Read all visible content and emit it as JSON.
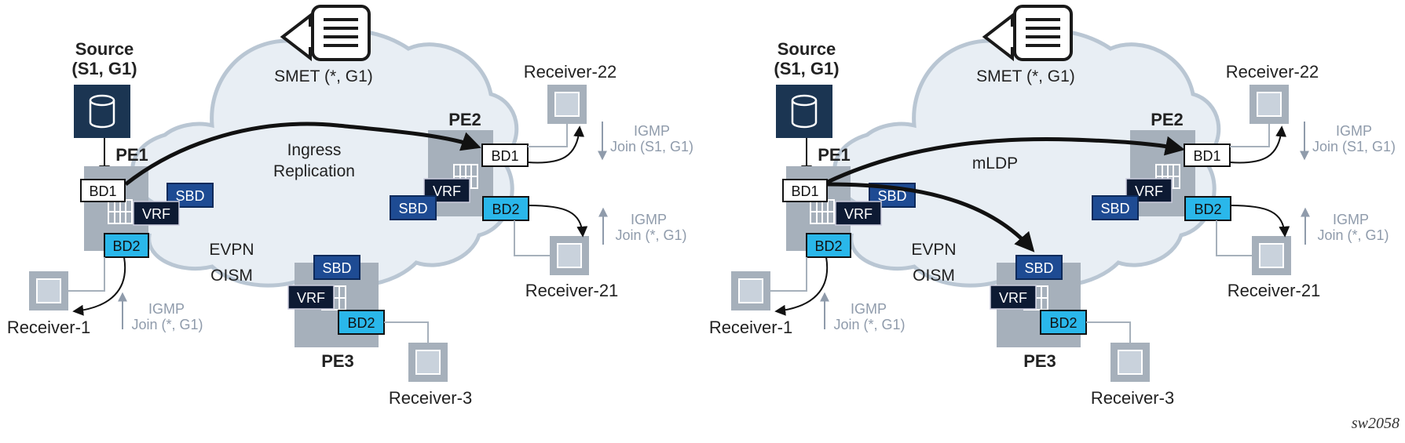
{
  "colors": {
    "cloud_fill": "#e8eef4",
    "cloud_stroke": "#b9c6d3",
    "pe_fill": "#a6b0bb",
    "source_fill": "#1b3552",
    "sbd_fill": "#1e4b93",
    "vrf_fill": "#0d1a33",
    "bd2_fill": "#2ab7ea",
    "bd1_fill": "#ffffff",
    "receiver_outer": "#a6b0bb",
    "receiver_inner": "#c9d2dc",
    "arrow": "#111111",
    "igmp_text": "#8f9bab",
    "link": "#a6b0bb"
  },
  "footer_id": "sw2058",
  "panels": [
    {
      "key": "left",
      "source_line1": "Source",
      "source_line2": "(S1, G1)",
      "smet": "SMET (*, G1)",
      "center_label_lines": [
        "Ingress",
        "Replication"
      ],
      "evpn_lines": [
        "EVPN",
        "OISM"
      ],
      "pe1": "PE1",
      "pe2": "PE2",
      "pe3": "PE3",
      "bd1": "BD1",
      "bd2": "BD2",
      "sbd": "SBD",
      "vrf": "VRF",
      "receiver_22": "Receiver-22",
      "receiver_21": "Receiver-21",
      "receiver_1": "Receiver-1",
      "receiver_3": "Receiver-3",
      "igmp_word": "IGMP",
      "join_s1g1": "Join (S1, G1)",
      "join_star_g1": "Join (*, G1)"
    },
    {
      "key": "right",
      "source_line1": "Source",
      "source_line2": "(S1, G1)",
      "smet": "SMET (*, G1)",
      "center_label_lines": [
        "mLDP"
      ],
      "evpn_lines": [
        "EVPN",
        "OISM"
      ],
      "pe1": "PE1",
      "pe2": "PE2",
      "pe3": "PE3",
      "bd1": "BD1",
      "bd2": "BD2",
      "sbd": "SBD",
      "vrf": "VRF",
      "receiver_22": "Receiver-22",
      "receiver_21": "Receiver-21",
      "receiver_1": "Receiver-1",
      "receiver_3": "Receiver-3",
      "igmp_word": "IGMP",
      "join_s1g1": "Join (S1, G1)",
      "join_star_g1": "Join (*, G1)"
    }
  ]
}
